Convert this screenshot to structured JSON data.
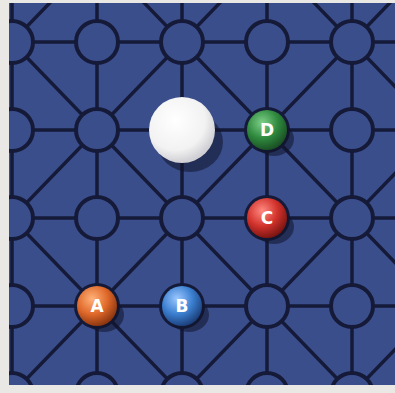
{
  "diagram": {
    "nodes": [
      {
        "text": [
          "D"
        ]
      },
      {
        "text": [
          "C"
        ]
      },
      {
        "text": [
          "A"
        ]
      },
      {
        "text": [
          "B"
        ]
      }
    ]
  }
}
